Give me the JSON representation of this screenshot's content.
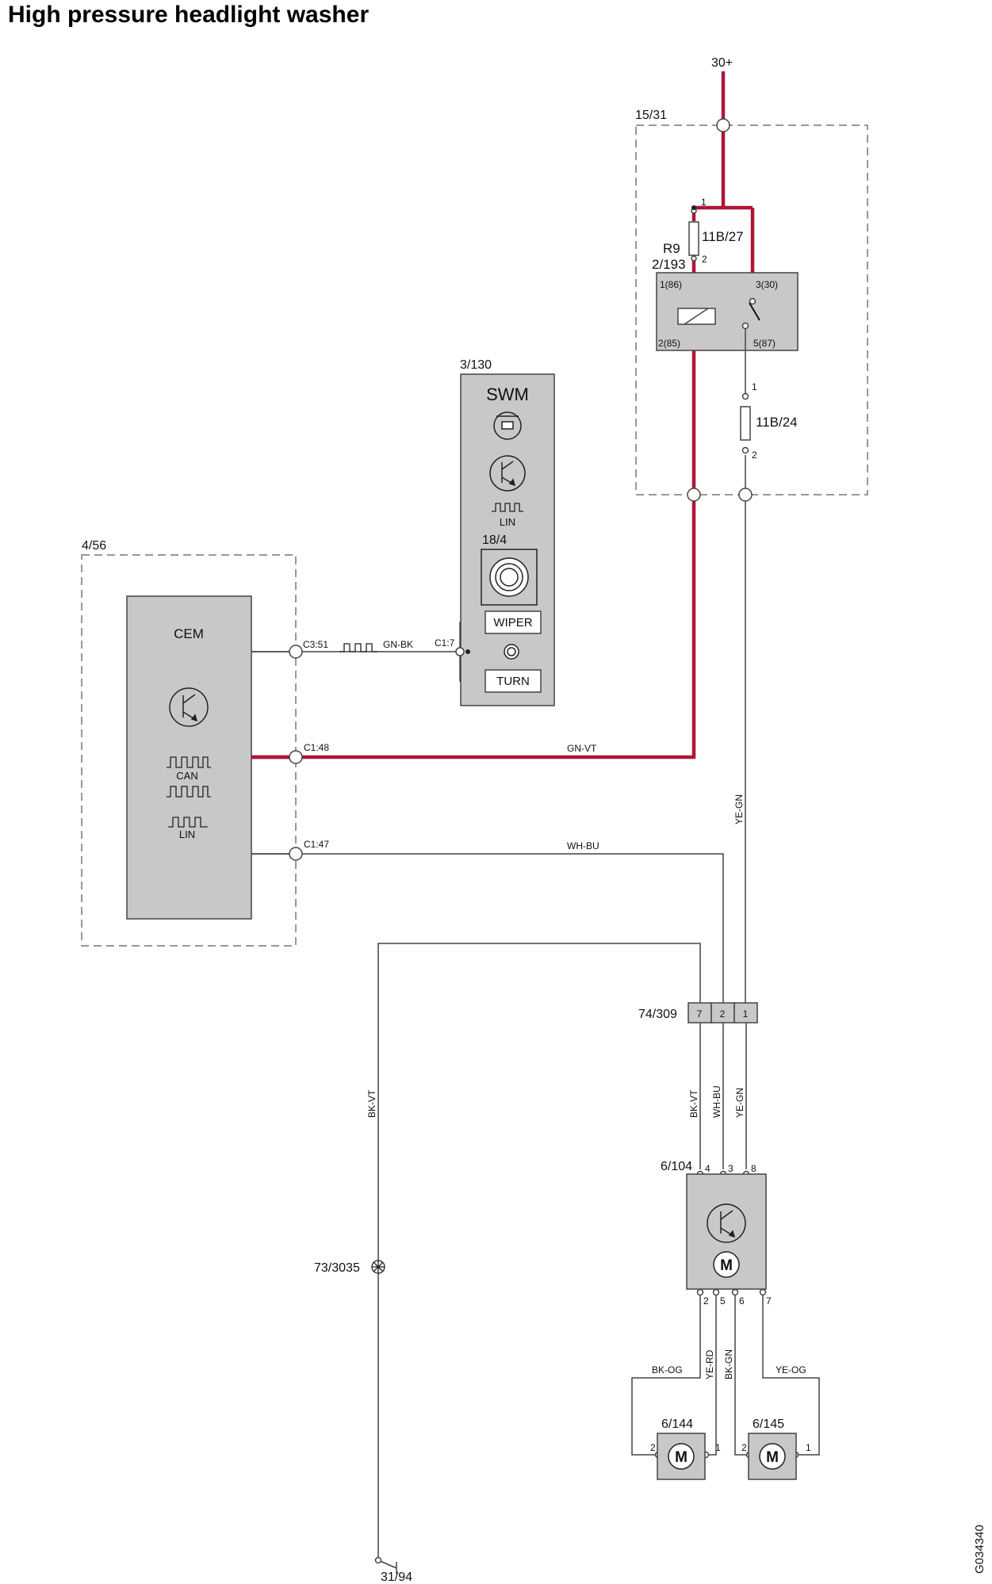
{
  "title": "High pressure headlight washer",
  "drawing_number": "G034340",
  "colors": {
    "feed_wire": "#b01535",
    "wire": "#444444",
    "module_fill": "#c8c8c8",
    "dash": "#777777"
  },
  "icons": [
    "transistor-icon",
    "motor-icon",
    "steering-angle-sensor-icon",
    "rotary-switch-icon",
    "push-button-icon",
    "ground-icon",
    "splice-icon"
  ],
  "supply": "30+",
  "ground": "31/94",
  "relay_box": {
    "id": "15/31",
    "fuse_top": "11B/27",
    "relay_ref": "R9",
    "relay_id": "2/193",
    "fuse_bottom": "11B/24",
    "pins": {
      "p86": "1(86)",
      "p85": "2(85)",
      "p30": "3(30)",
      "p87": "5(87)"
    },
    "fuse_pins": {
      "one": "1",
      "two": "2"
    }
  },
  "swm": {
    "id": "3/130",
    "name": "SWM",
    "lin": "LIN",
    "switch_id": "18/4",
    "wiper": "WIPER",
    "turn": "TURN"
  },
  "cem_box": {
    "id": "4/56",
    "name": "CEM",
    "can": "CAN",
    "lin": "LIN"
  },
  "connectors": {
    "c351": "C3:51",
    "c17": "C1:7",
    "c148": "C1:48",
    "c147": "C1:47"
  },
  "wires": {
    "gn_bk": "GN-BK",
    "gn_vt": "GN-VT",
    "wh_bu": "WH-BU",
    "ye_gn": "YE-GN",
    "bk_vt": "BK-VT",
    "ye_rd": "YE-RD",
    "bk_gn": "BK-GN",
    "bk_og": "BK-OG",
    "ye_og": "YE-OG"
  },
  "connector_74": {
    "id": "74/309",
    "pins": [
      "7",
      "2",
      "1"
    ]
  },
  "splice": "73/3035",
  "washer_module": {
    "id": "6/104",
    "top_pins": [
      "4",
      "3",
      "8"
    ],
    "bottom_pins": [
      "2",
      "5",
      "6",
      "7"
    ]
  },
  "motor_left": {
    "id": "6/144",
    "pin_left": "2",
    "pin_right": "1"
  },
  "motor_right": {
    "id": "6/145",
    "pin_left": "2",
    "pin_right": "1"
  },
  "motor_letter": "M"
}
